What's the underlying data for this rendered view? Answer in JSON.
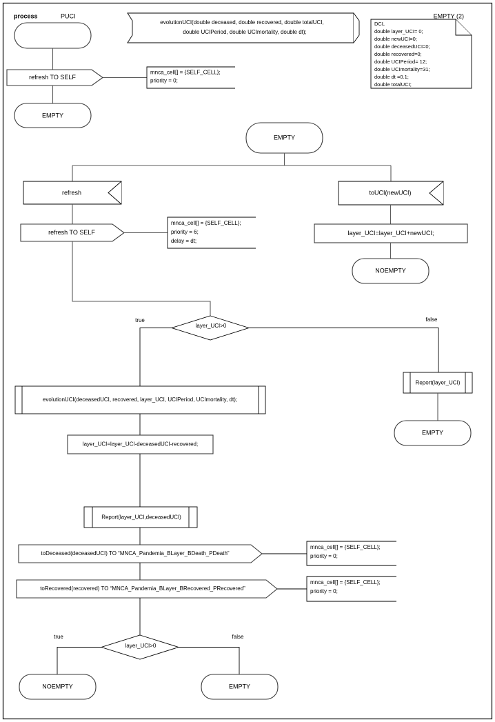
{
  "diagram": {
    "type": "sdl-process-diagram",
    "header": {
      "keyword": "process",
      "name": "PUCI",
      "page_label": "EMPTY (2)"
    },
    "procedure_signature": {
      "line1": "evolutionUCI(double deceased, double recovered, double totalUCI,",
      "line2": "double UCIPeriod, double UCImortality, double dt);"
    },
    "dcl": {
      "title": "DCL",
      "lines": [
        "double layer_UCI= 0;",
        "double newUCI=0;",
        "double deceasedUCI=0;",
        "double recovered=0;",
        "double UCIPeriod= 12;",
        "double UCImortality=31;",
        "double dt =0.1;",
        "double totalUCI;"
      ]
    },
    "start_state": {
      "label": ""
    },
    "nodes": {
      "output_refresh_self_top": "refresh TO SELF",
      "state_empty_top": "EMPTY",
      "state_empty_main": "EMPTY",
      "input_refresh": "refresh",
      "output_refresh_self_main": "refresh TO SELF",
      "input_toUCI": "toUCI(newUCI)",
      "task_layer_add": "layer_UCI=layer_UCI+newUCI;",
      "state_noempty_right": "NOEMPTY",
      "decision_top": "layer_UCI>0",
      "decision_top_true": "true",
      "decision_top_false": "false",
      "call_evolution": "evolutionUCI(deceasedUCI, recovered, layer_UCI, UCIPeriod, UCImortality, dt);",
      "task_layer_sub": "layer_UCI=layer_UCI-deceasedUCI-recovered;",
      "call_report_main": "Report(layer_UCI,deceasedUCI)",
      "call_report_false": "Report(layer_UCI)",
      "state_empty_false": "EMPTY",
      "output_deceased": "toDeceased(deceasedUCI) TO “MNCA_Pandemia_BLayer_BDeath_PDeath”",
      "output_recovered": "toRecovered(recovered) TO “MNCA_Pandemia_BLayer_BRecovered_PRecovered”",
      "decision_bottom": "layer_UCI>0",
      "decision_bottom_true": "true",
      "decision_bottom_false": "false",
      "state_noempty_bottom": "NOEMPTY",
      "state_empty_bottom": "EMPTY"
    },
    "comments": {
      "c1": [
        "mnca_cell[] = {SELF_CELL};",
        "priority = 0;"
      ],
      "c2": [
        "mnca_cell[] = {SELF_CELL};",
        "priority = 6;",
        "delay = dt;"
      ],
      "c3": [
        "mnca_cell[] = {SELF_CELL};",
        "priority = 0;"
      ],
      "c4": [
        "mnca_cell[] = {SELF_CELL};",
        "priority = 0;"
      ]
    },
    "colors": {
      "background": "#ffffff",
      "stroke": "#3b3b3b",
      "connector": "#5a5a5a",
      "text": "#000000",
      "frame": "#000000"
    }
  }
}
